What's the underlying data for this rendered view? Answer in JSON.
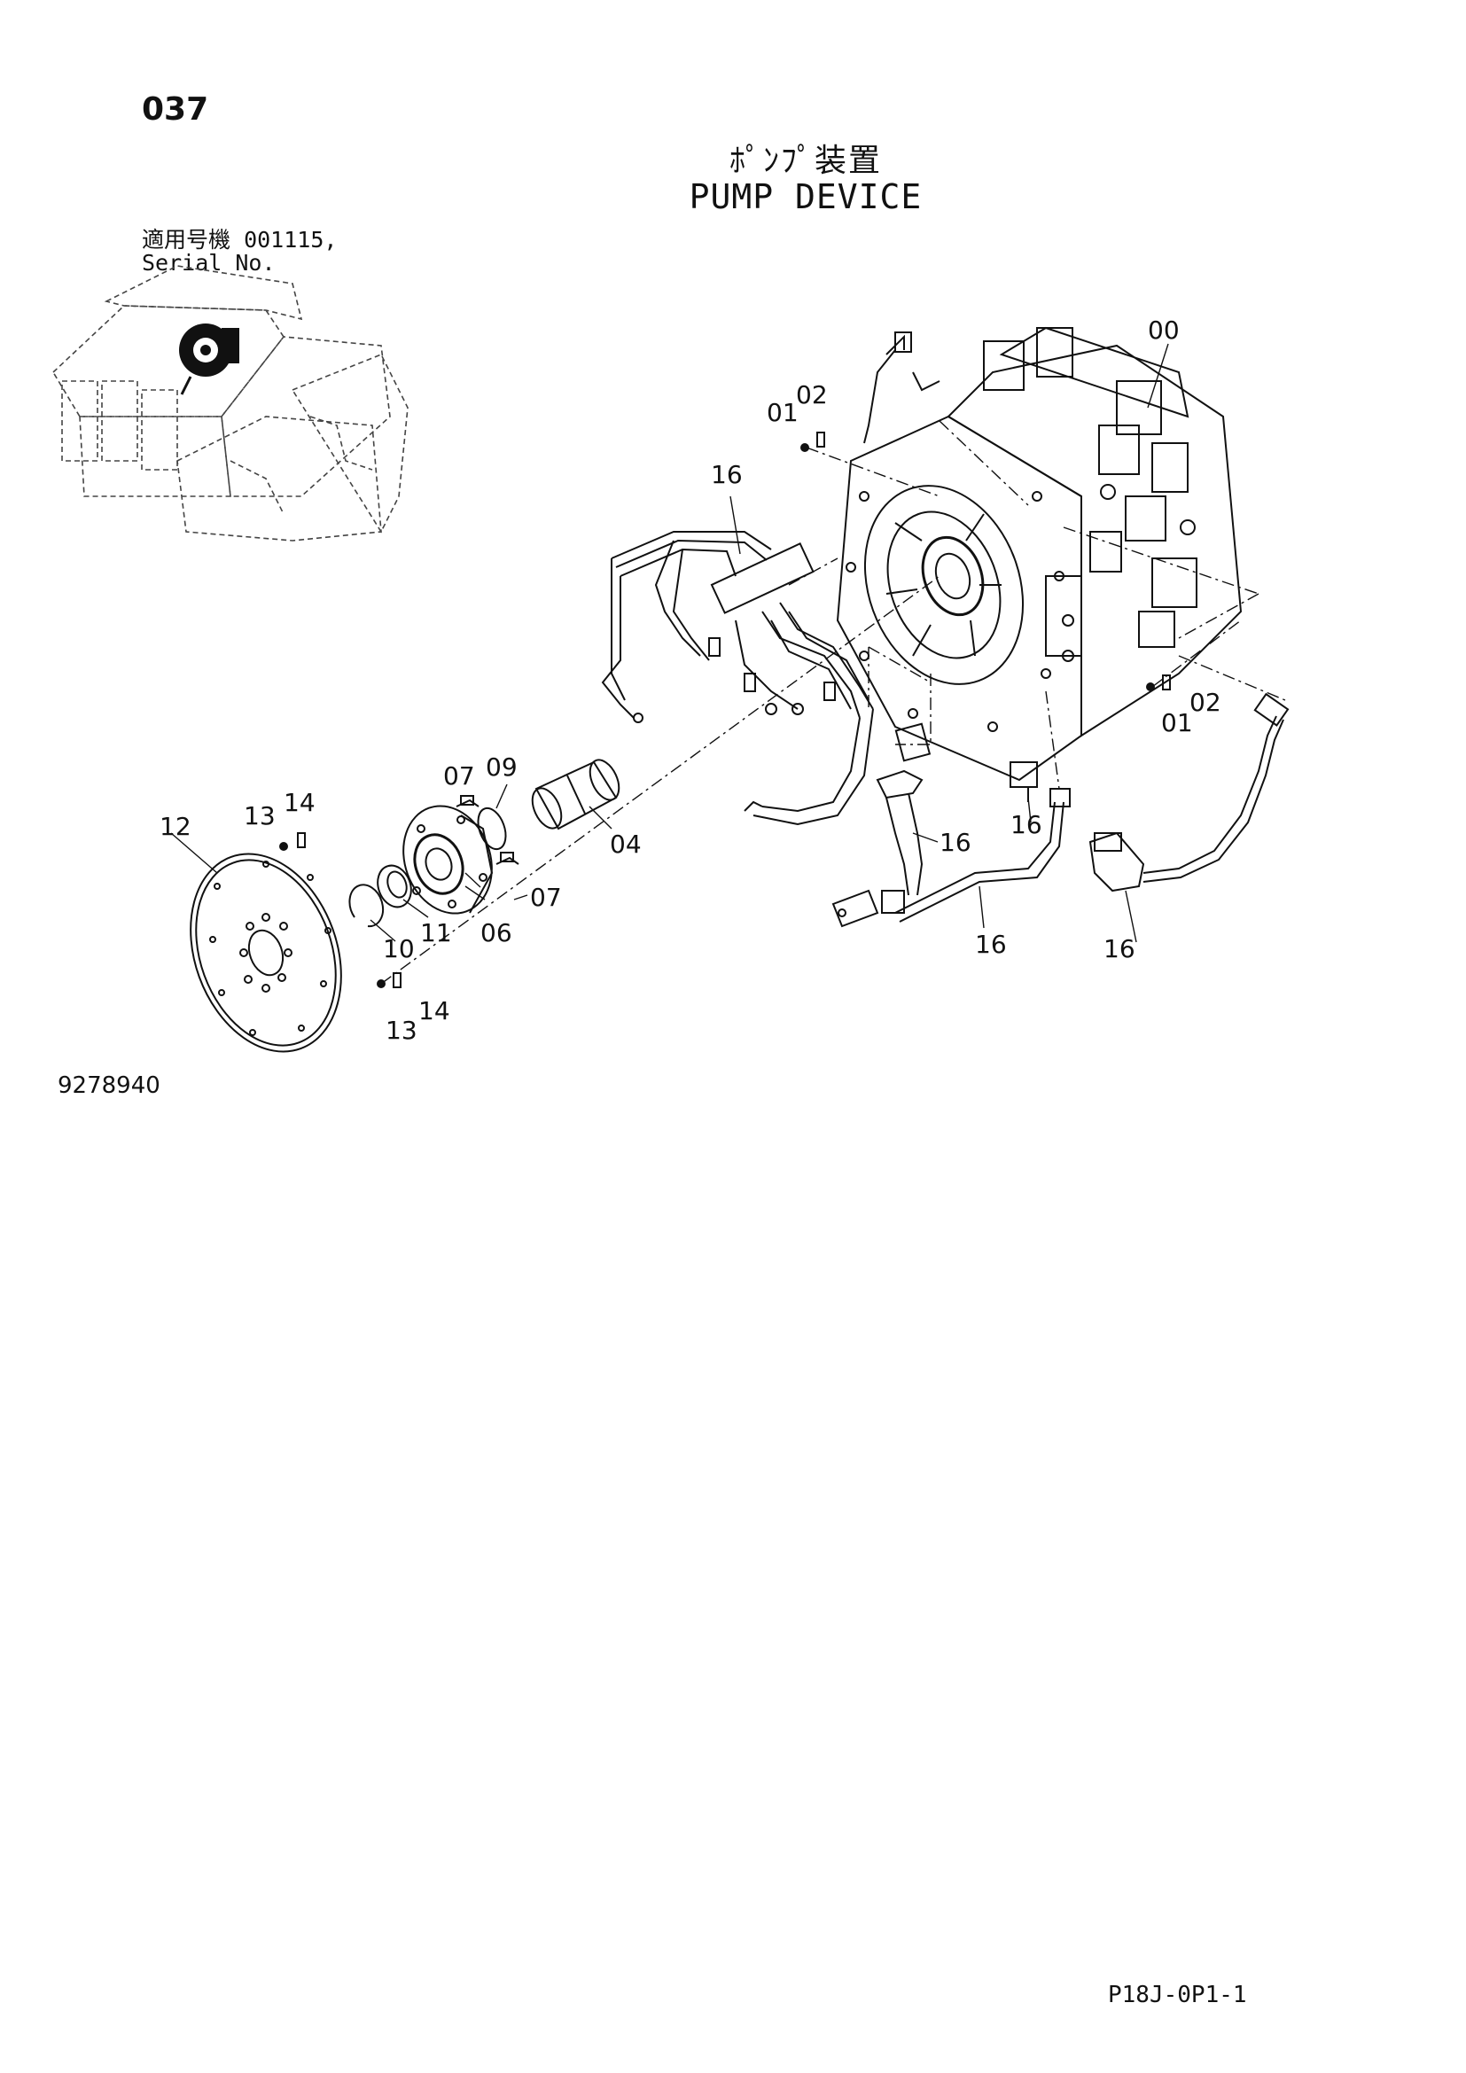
{
  "header": {
    "page_number": "037",
    "title_jp": "ﾎﾟﾝﾌﾟ装置",
    "title_en": "PUMP DEVICE",
    "serial_label_jp": "適用号機",
    "serial_value": "001115,",
    "serial_label_en": "Serial No."
  },
  "callouts": [
    {
      "id": "c00",
      "label": "00"
    },
    {
      "id": "c01a",
      "label": "01"
    },
    {
      "id": "c02a",
      "label": "02"
    },
    {
      "id": "c16a",
      "label": "16"
    },
    {
      "id": "c01b",
      "label": "01"
    },
    {
      "id": "c02b",
      "label": "02"
    },
    {
      "id": "c07a",
      "label": "07"
    },
    {
      "id": "c09",
      "label": "09"
    },
    {
      "id": "c04",
      "label": "04"
    },
    {
      "id": "c16b",
      "label": "16"
    },
    {
      "id": "c16c",
      "label": "16"
    },
    {
      "id": "c12",
      "label": "12"
    },
    {
      "id": "c13a",
      "label": "13"
    },
    {
      "id": "c14a",
      "label": "14"
    },
    {
      "id": "c07b",
      "label": "07"
    },
    {
      "id": "c10",
      "label": "10"
    },
    {
      "id": "c11",
      "label": "11"
    },
    {
      "id": "c06",
      "label": "06"
    },
    {
      "id": "c16d",
      "label": "16"
    },
    {
      "id": "c16e",
      "label": "16"
    },
    {
      "id": "c13b",
      "label": "13"
    },
    {
      "id": "c14b",
      "label": "14"
    }
  ],
  "footer": {
    "drawing_number": "9278940",
    "page_code": "P18J-0P1-1"
  }
}
